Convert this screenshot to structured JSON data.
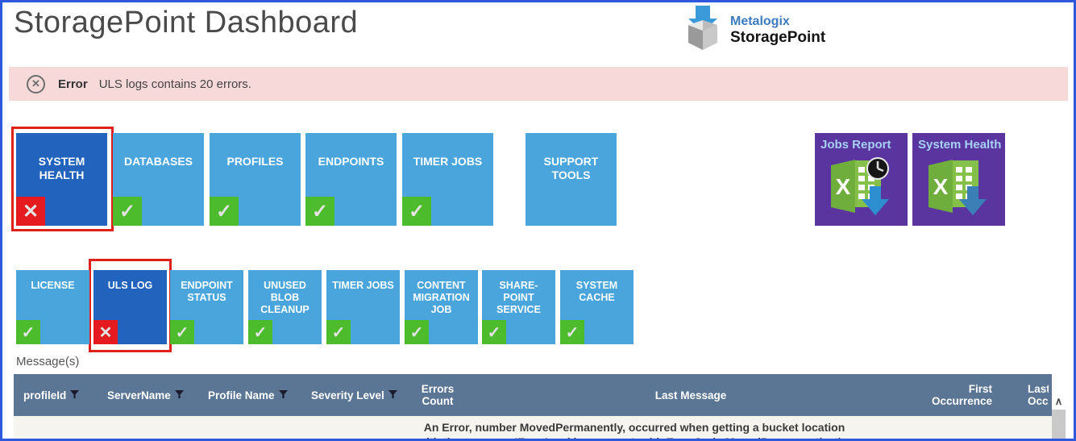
{
  "header": {
    "title": "StoragePoint Dashboard"
  },
  "logo": {
    "brand": "Metalogix",
    "product": "StoragePoint"
  },
  "alert": {
    "label": "Error",
    "message": "ULS logs contains 20 errors."
  },
  "icons": {
    "check": "✓",
    "cross": "✕",
    "error_circle": "✕",
    "scroll_up": "∧"
  },
  "colors": {
    "page_border": "#2e59dd",
    "alert_bg": "#f7d9da",
    "tile_blue": "#4aa5dc",
    "tile_selected_blue": "#2263bd",
    "badge_green": "#4cbb2c",
    "badge_red": "#e51b20",
    "selection_outline_red": "#e0201b",
    "report_purple": "#5a35a0",
    "table_header_slate": "#5a7694",
    "table_row_bg": "#f6f4ef"
  },
  "tiles_row1": [
    {
      "label": "SYSTEM HEALTH",
      "status": "error",
      "selected": true
    },
    {
      "label": "DATABASES",
      "status": "ok",
      "selected": false
    },
    {
      "label": "PROFILES",
      "status": "ok",
      "selected": false
    },
    {
      "label": "ENDPOINTS",
      "status": "ok",
      "selected": false
    },
    {
      "label": "TIMER JOBS",
      "status": "ok",
      "selected": false
    },
    {
      "label": "SUPPORT TOOLS",
      "status": "none",
      "selected": false
    }
  ],
  "report_tiles": [
    {
      "label": "Jobs Report",
      "icon": "excel-clock-download"
    },
    {
      "label": "System Health",
      "icon": "excel-download"
    }
  ],
  "tiles_row2": [
    {
      "label": "LICENSE",
      "status": "ok",
      "selected": false
    },
    {
      "label": "ULS LOG",
      "status": "error",
      "selected": true
    },
    {
      "label": "ENDPOINT STATUS",
      "status": "ok",
      "selected": false
    },
    {
      "label": "UNUSED BLOB CLEANUP",
      "status": "ok",
      "selected": false
    },
    {
      "label": "TIMER JOBS",
      "status": "ok",
      "selected": false
    },
    {
      "label": "CONTENT MIGRATION JOB",
      "status": "ok",
      "selected": false
    },
    {
      "label": "SHARE-POINT SERVICE",
      "status": "ok",
      "selected": false
    },
    {
      "label": "SYSTEM CACHE",
      "status": "ok",
      "selected": false
    }
  ],
  "messages_label": "Message(s)",
  "table": {
    "columns": [
      {
        "label": "profileId",
        "filter": true
      },
      {
        "label": "ServerName",
        "filter": true
      },
      {
        "label": "Profile Name",
        "filter": true
      },
      {
        "label": "Severity Level",
        "filter": true
      },
      {
        "label": "Errors Count",
        "filter": false
      },
      {
        "label": "Last Message",
        "filter": false
      },
      {
        "label": "First Occurrence",
        "filter": false
      },
      {
        "label": "Last Occurrence",
        "filter": false
      }
    ],
    "row": {
      "line1": "An Error, number MovedPermanently, occurred when getting a bucket location",
      "line2": "with the message 'Error' making request, with ErrorCode MovedPermanently, the"
    }
  }
}
